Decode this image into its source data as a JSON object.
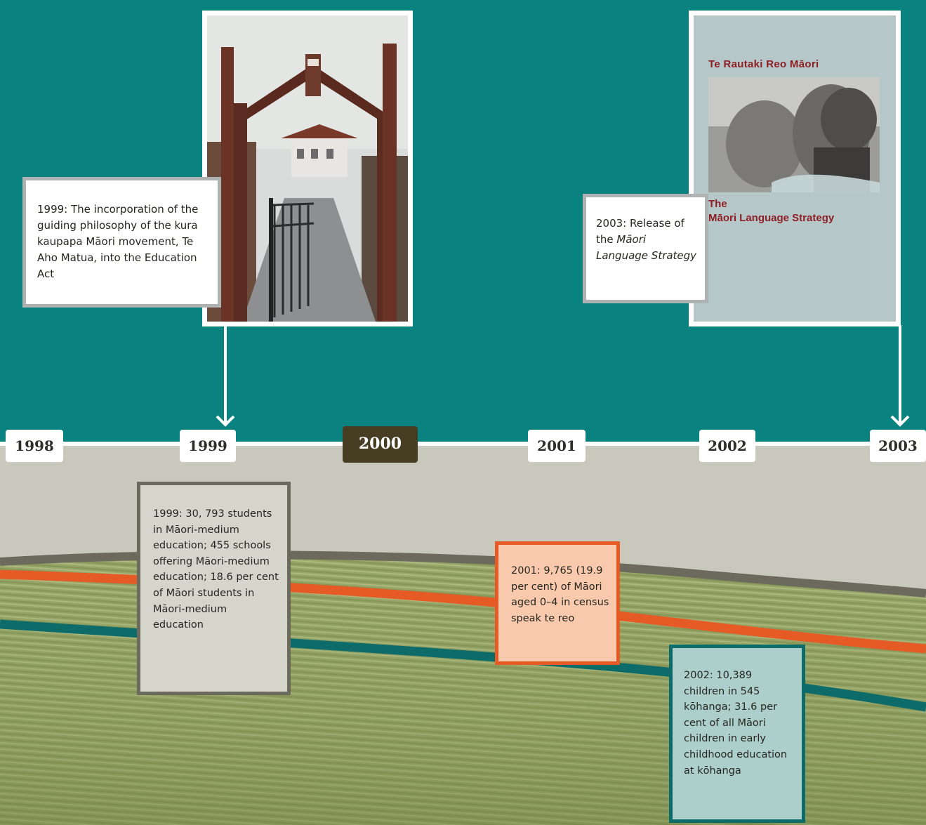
{
  "colors": {
    "teal_background": "#0a8280",
    "grey_band": "#c9c8bc",
    "grey_line": "#6b6a5d",
    "orange_line": "#e65a26",
    "teal_line": "#0d6b6a",
    "highlight_year": "#463d22",
    "cover_title": "#8e1f24"
  },
  "timeline": {
    "years": [
      "1998",
      "1999",
      "2000",
      "2001",
      "2002",
      "2003"
    ],
    "highlighted_year": "2000"
  },
  "photos": {
    "marae_gateway": {
      "icon": "marae-gateway-photo"
    },
    "strategy_cover": {
      "title_top": "Te Rautaki Reo Māori",
      "title_bottom_line1": "The",
      "title_bottom_line2": "Māori Language Strategy",
      "icon": "elders-photo"
    }
  },
  "events": {
    "e1999_act": "1999: The incorporation of the guiding philosophy of the kura kaupapa Māori movement, Te Aho Matua, into the Education Act",
    "e2003_prefix": "2003: Release of the ",
    "e2003_italic": "Māori Language Strategy",
    "e1999_stats": "1999: 30, 793 students in Māori-medium education; 455 schools offering Māori-medium education; 18.6 per cent of Māori students in Māori-medium education",
    "e2001_census": "2001: 9,765 (19.9 per cent) of Māori aged 0–4 in census speak te reo",
    "e2002_kohanga": "2002: 10,389 children in 545 kōhanga; 31.6 per cent of all Māori children in early childhood education at kōhanga"
  }
}
